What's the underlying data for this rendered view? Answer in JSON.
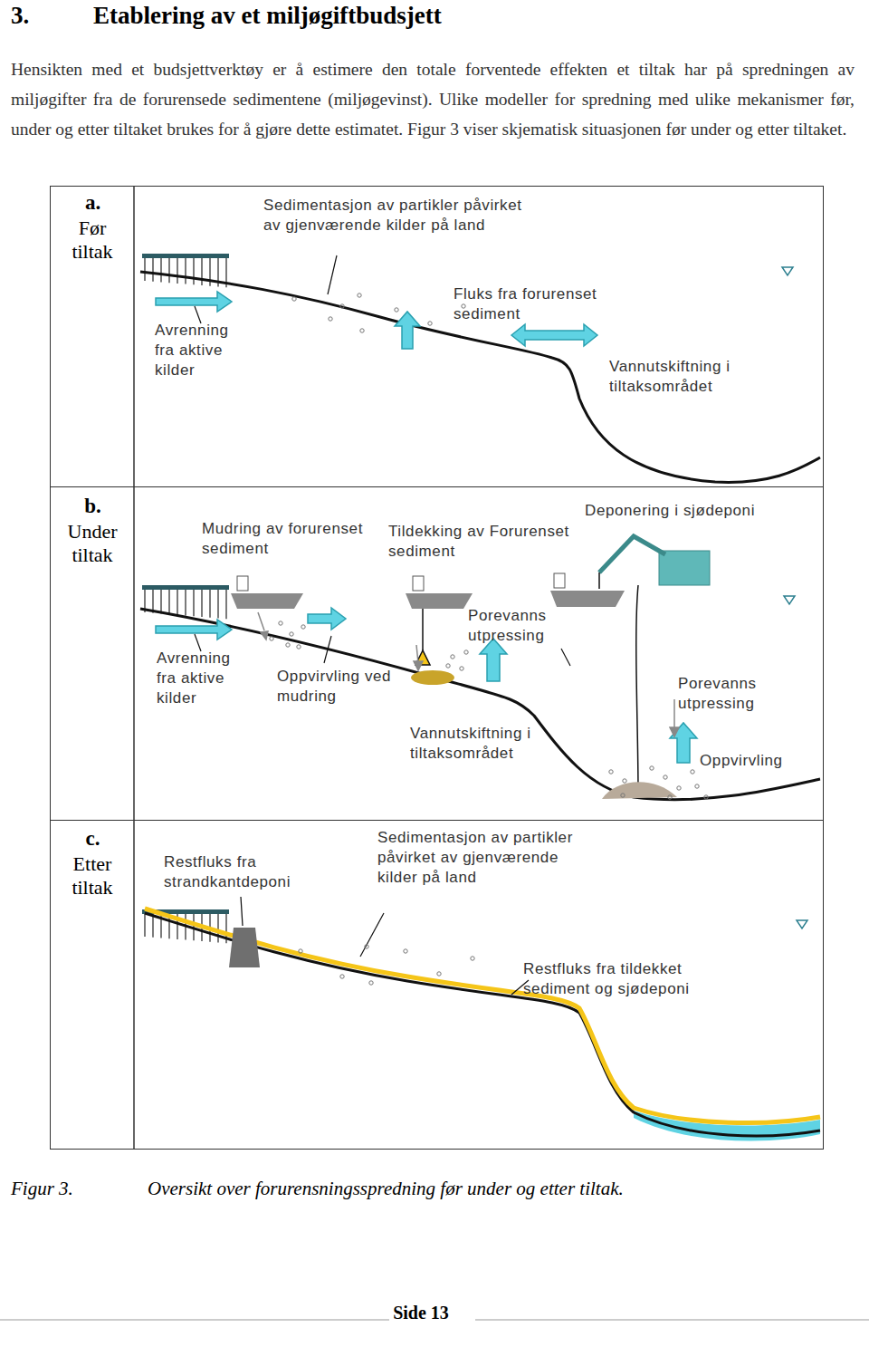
{
  "diagram": {
    "title": "Etablering av et miljøgiftbudsjett",
    "caption": "Oversikt over forurensningsspredning før under og etter tiltak.",
    "nodes": [
      {
        "text": [
          "a.",
          "Før tiltak",
          "Sedimentasjon av partikler påvirket av gjenværende kilder på land",
          "Avrenning fra aktive kilder",
          "Fluks fra forurenset sediment",
          "Vannutskiftning i tiltaksområdet"
        ]
      },
      {
        "text": [
          "b.",
          "Under tiltak",
          "Mudring av forurenset sediment",
          "Tildekking av Forurenset sediment",
          "Deponering i sjødeponi",
          "Porevanns utpressing",
          "Avrenning fra aktive kilder",
          "Oppvirvling ved mudring",
          "Porevanns utpressing",
          "Vannutskiftning i tiltaksområdet",
          "Oppvirvling"
        ]
      },
      {
        "text": [
          "c.",
          "Etter tiltak",
          "Restfluks fra strandkantdeponi",
          "Sedimentasjon av partikler påvirket av gjenværende kilder på land",
          "Restfluks fra tildekket sediment og sjødeponi"
        ]
      }
    ],
    "edges": [],
    "labels": [
      "3.",
      "Hensikten med et budsjettverktøy er å estimere den totale forventede effekten et tiltak har på spredningen av miljøgifter fra de forurensede sedimentene (miljøgevinst). Ulike modeller for spredning med ulike mekanismer før, under og etter tiltaket brukes for å gjøre dette estimatet. Figur 3 viser skjematisk situasjonen før under og etter tiltaket.",
      "Figur 3.",
      "Side 13"
    ]
  }
}
